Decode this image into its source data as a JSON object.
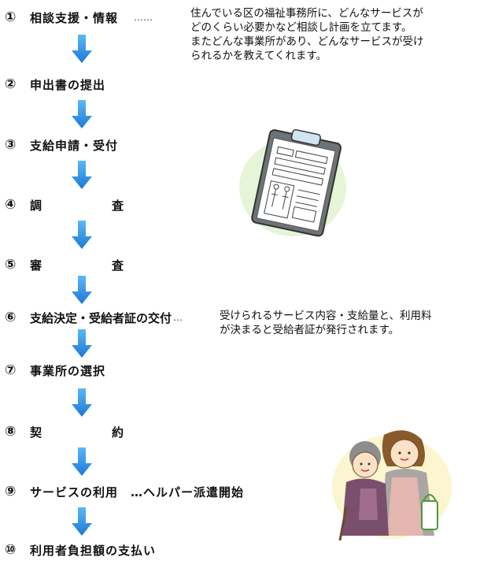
{
  "steps": [
    {
      "num": "①",
      "label": "相談支援・情報",
      "suffix": "……"
    },
    {
      "num": "②",
      "label": "申出書の提出"
    },
    {
      "num": "③",
      "label": "支給申請・受付"
    },
    {
      "num": "④",
      "label_left": "調",
      "label_right": "査"
    },
    {
      "num": "⑤",
      "label_left": "審",
      "label_right": "査"
    },
    {
      "num": "⑥",
      "label": "支給決定・受給者証の交付",
      "suffix": "…"
    },
    {
      "num": "⑦",
      "label": "事業所の選択"
    },
    {
      "num": "⑧",
      "label_left": "契",
      "label_right": "約"
    },
    {
      "num": "⑨",
      "label": "サービスの利用",
      "suffix": "…ヘルパー派遣開始"
    },
    {
      "num": "⑩",
      "label": "利用者負担額の支払い"
    }
  ],
  "notes": {
    "step1": [
      "住んでいる区の福祉事務所に、どんなサービスが",
      "どのくらい必要かなど相談し計画を立てます。",
      "またどんな事業所があり、どんなサービスが受け",
      "られるかを教えてくれます。"
    ],
    "step6": [
      "受けられるサービス内容・支給量と、利用料",
      "が決まると受給者証が発行されます。"
    ]
  },
  "colors": {
    "arrow": "#1e90e6",
    "arrow_light": "#5bb8f5",
    "clip_bg": "#e6f5d8",
    "people_bg": "#fbf6cf"
  }
}
